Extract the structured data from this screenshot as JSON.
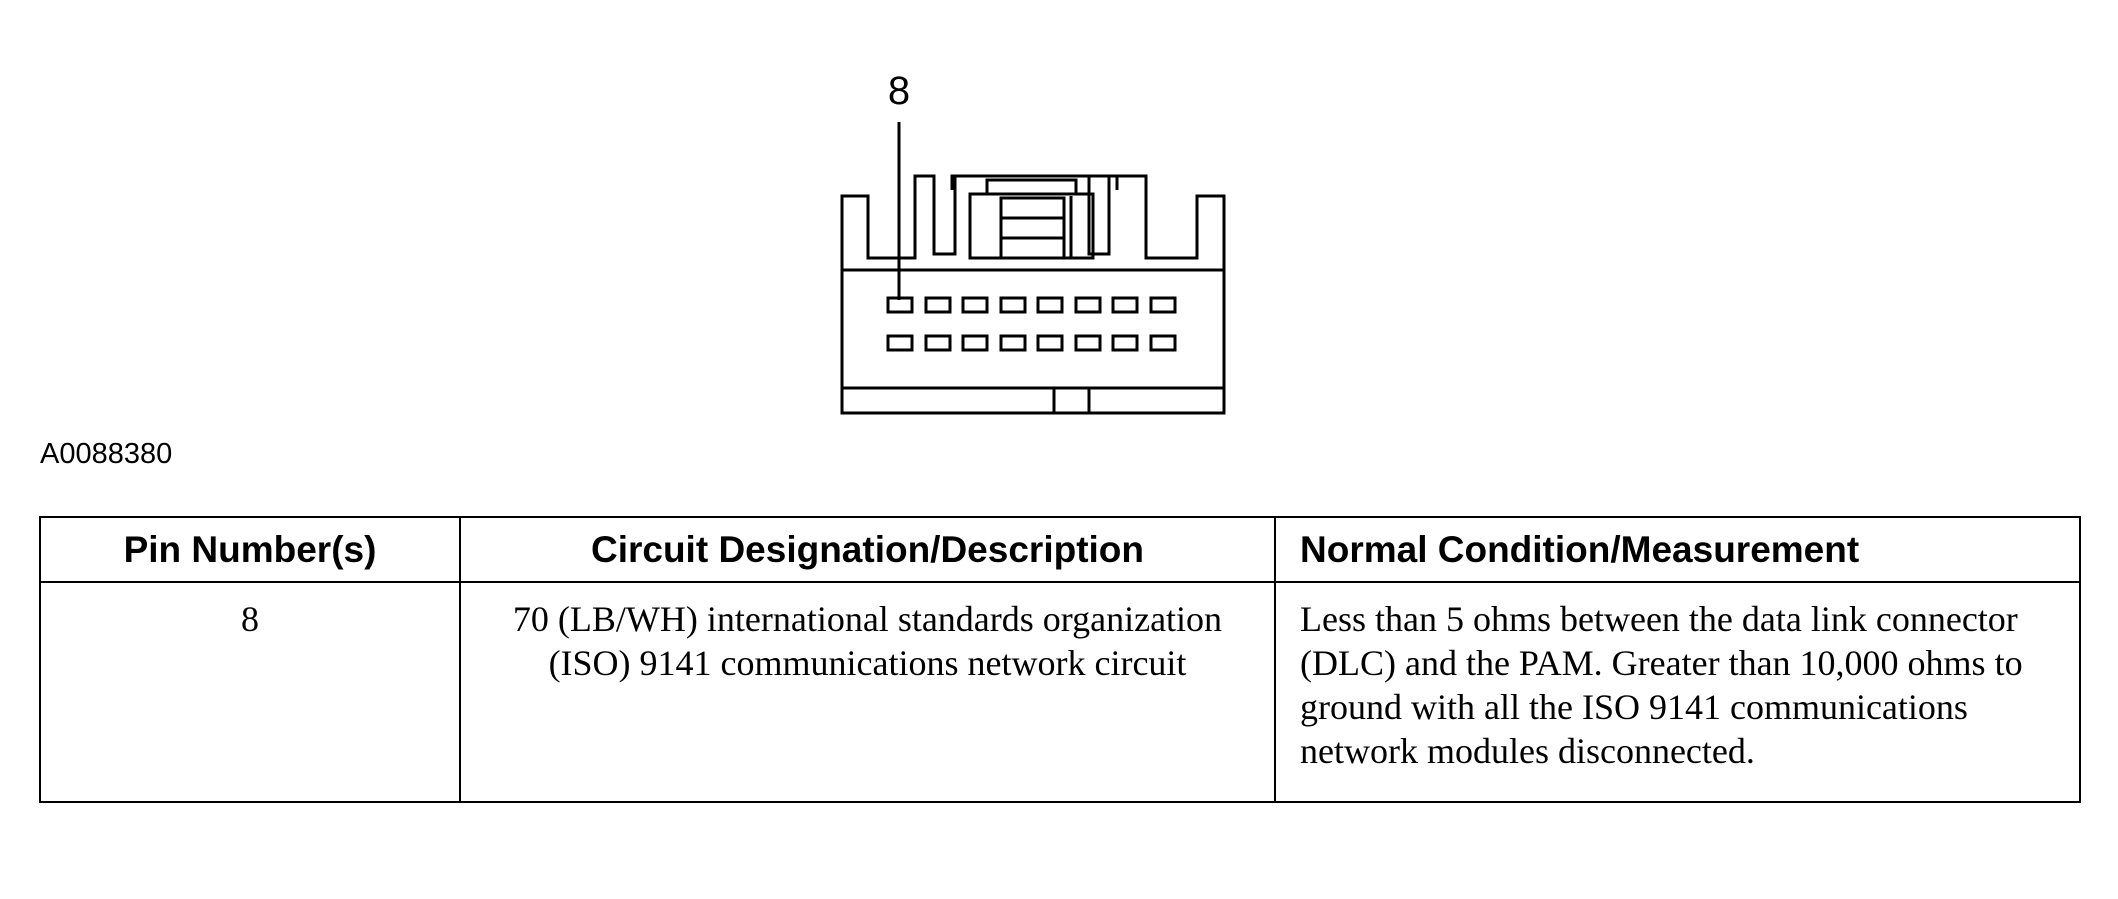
{
  "figure": {
    "callout_label": "8",
    "figure_id": "A0088380"
  },
  "table": {
    "headers": [
      "Pin Number(s)",
      "Circuit Designation/Description",
      "Normal Condition/Measurement"
    ],
    "rows": [
      {
        "pin": "8",
        "circuit": "70 (LB/WH) international standards organization (ISO) 9141 communications network circuit",
        "condition": "Less than 5 ohms between the data link connector (DLC) and the PAM. Greater than 10,000 ohms to ground with all the ISO 9141 communications network modules disconnected."
      }
    ]
  }
}
